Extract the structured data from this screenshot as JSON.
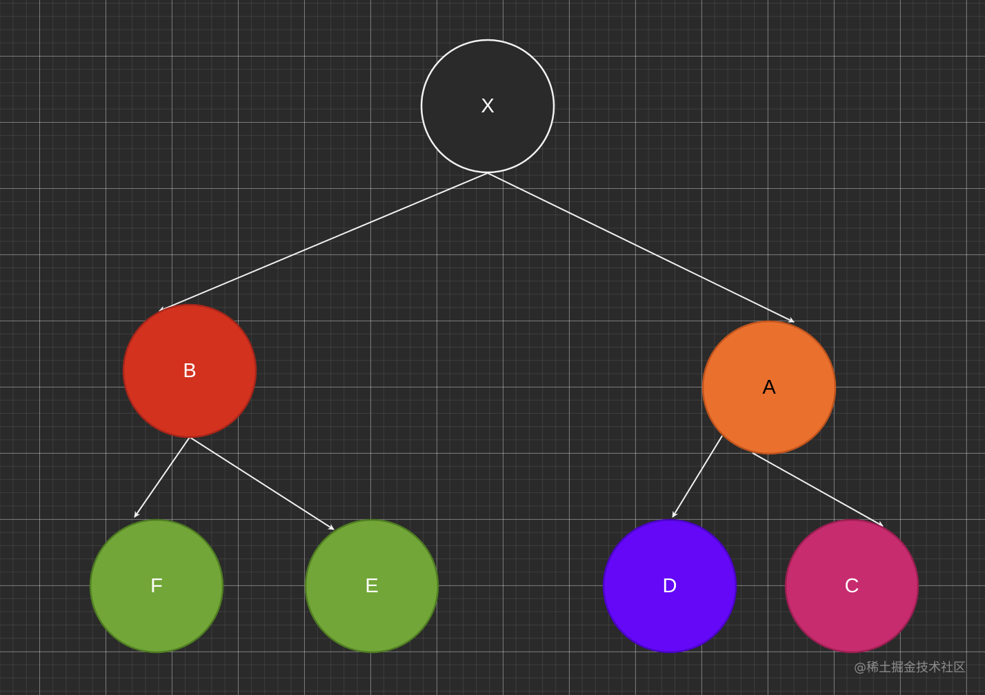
{
  "diagram": {
    "nodes": [
      {
        "id": "x",
        "label": "X",
        "fill": "#2a2a2a",
        "stroke": "#f2f2f2",
        "text_color": "#ffffff"
      },
      {
        "id": "b",
        "label": "B",
        "fill": "#d3321f",
        "stroke": "#a8261a",
        "text_color": "#ffffff"
      },
      {
        "id": "a",
        "label": "A",
        "fill": "#ea702e",
        "stroke": "#c0541d",
        "text_color": "#000000"
      },
      {
        "id": "f",
        "label": "F",
        "fill": "#72a638",
        "stroke": "#4f7d22",
        "text_color": "#ffffff"
      },
      {
        "id": "e",
        "label": "E",
        "fill": "#72a638",
        "stroke": "#4f7d22",
        "text_color": "#ffffff"
      },
      {
        "id": "d",
        "label": "D",
        "fill": "#6408f7",
        "stroke": "#4a05c4",
        "text_color": "#ffffff"
      },
      {
        "id": "c",
        "label": "C",
        "fill": "#c72c6f",
        "stroke": "#9c1f52",
        "text_color": "#ffffff"
      }
    ],
    "edges": [
      {
        "from": "x",
        "to": "b"
      },
      {
        "from": "x",
        "to": "a"
      },
      {
        "from": "b",
        "to": "f"
      },
      {
        "from": "b",
        "to": "e"
      },
      {
        "from": "a",
        "to": "d"
      },
      {
        "from": "a",
        "to": "c"
      }
    ],
    "edge_color": "#f2f2f2"
  },
  "watermark": "@稀土掘金技术社区"
}
